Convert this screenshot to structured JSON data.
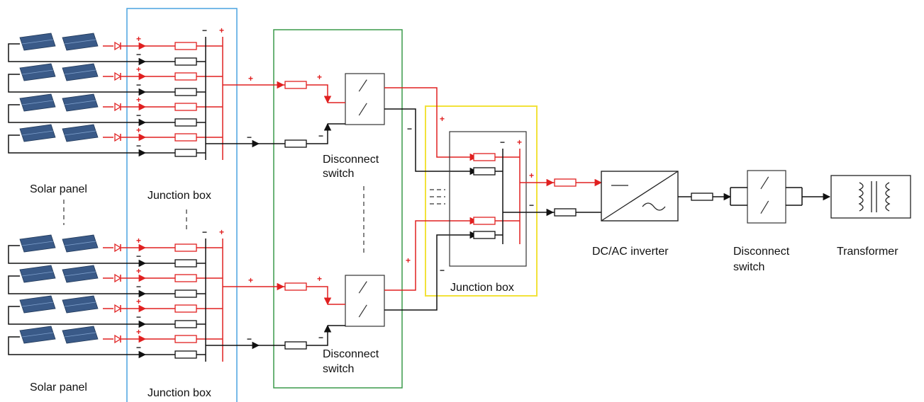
{
  "colors": {
    "positive": "#e02020",
    "negative": "#111111",
    "junction_box_border": "#4aa3e0",
    "disconnect_border": "#3a9a4a",
    "combiner_border": "#f2e23a",
    "panel": "#3a5a88"
  },
  "symbols": {
    "plus": "+",
    "minus": "−"
  },
  "labels": {
    "solar_panel_top": "Solar panel",
    "solar_panel_bottom": "Solar panel",
    "junction_box_top": "Junction box",
    "junction_box_bottom": "Junction box",
    "disconnect_top_line1": "Disconnect",
    "disconnect_top_line2": "switch",
    "disconnect_bottom_line1": "Disconnect",
    "disconnect_bottom_line2": "switch",
    "combiner_junction_box": "Junction box",
    "inverter": "DC/AC inverter",
    "output_disconnect_line1": "Disconnect",
    "output_disconnect_line2": "switch",
    "transformer": "Transformer"
  },
  "icons": [
    "solar-panel-icon",
    "diode-icon",
    "fuse-icon",
    "disconnect-switch-icon",
    "inverter-icon",
    "transformer-icon",
    "arrow-icon"
  ]
}
